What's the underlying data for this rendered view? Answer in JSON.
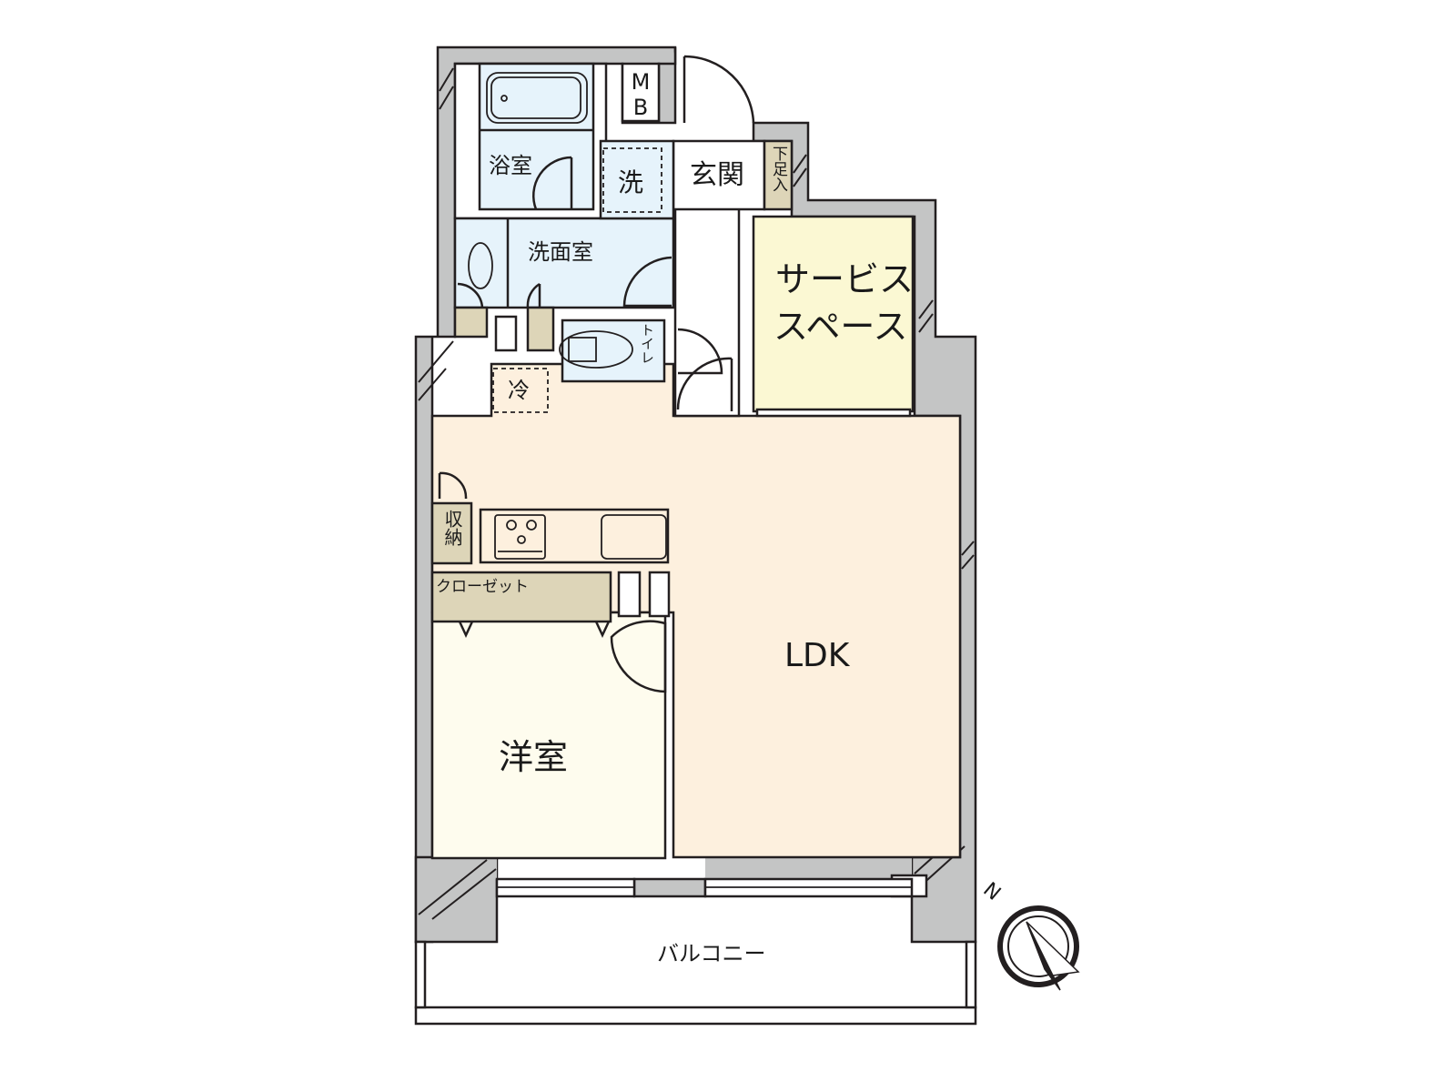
{
  "floor_plan": {
    "rooms": {
      "bathroom": "浴室",
      "washing_machine": "洗",
      "entrance": "玄関",
      "shoe_storage": "下足入",
      "meter_box": "MB",
      "washroom": "洗面室",
      "toilet": "トイレ",
      "refrigerator": "冷",
      "service_space": [
        "サービス",
        "スペース"
      ],
      "storage": "収納",
      "closet": "クローゼット",
      "ldk": "LDK",
      "western_room": "洋室",
      "balcony": "バルコニー"
    },
    "compass": {
      "north_label": "N"
    },
    "colors": {
      "wall": "#c4c5c5",
      "ldk": "#fdf0de",
      "western_room": "#fefcee",
      "service_space": "#fbf8d3",
      "wet_area": "#e6f3fb",
      "storage": "#ddd5b8"
    }
  }
}
